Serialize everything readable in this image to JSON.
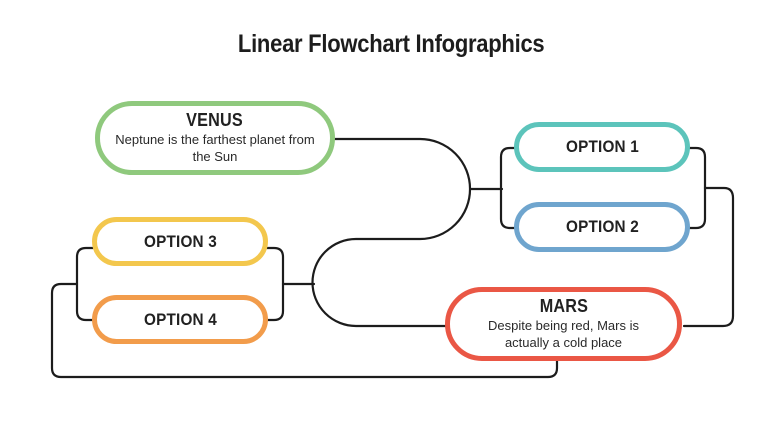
{
  "page_title": "Linear Flowchart Infographics",
  "connector_color": "#1c1c1c",
  "nodes": [
    {
      "id": "venus",
      "title": "VENUS",
      "description": "Neptune is the farthest planet from the Sun",
      "color": "#8FC97D"
    },
    {
      "id": "option1",
      "title": "OPTION 1",
      "description": "",
      "color": "#5CC4BB"
    },
    {
      "id": "option2",
      "title": "OPTION 2",
      "description": "",
      "color": "#6FA5CE"
    },
    {
      "id": "option3",
      "title": "OPTION 3",
      "description": "",
      "color": "#F3C74D"
    },
    {
      "id": "option4",
      "title": "OPTION 4",
      "description": "",
      "color": "#F29C4B"
    },
    {
      "id": "mars",
      "title": "MARS",
      "description": "Despite being red, Mars is actually a cold place",
      "color": "#EA5745"
    }
  ]
}
